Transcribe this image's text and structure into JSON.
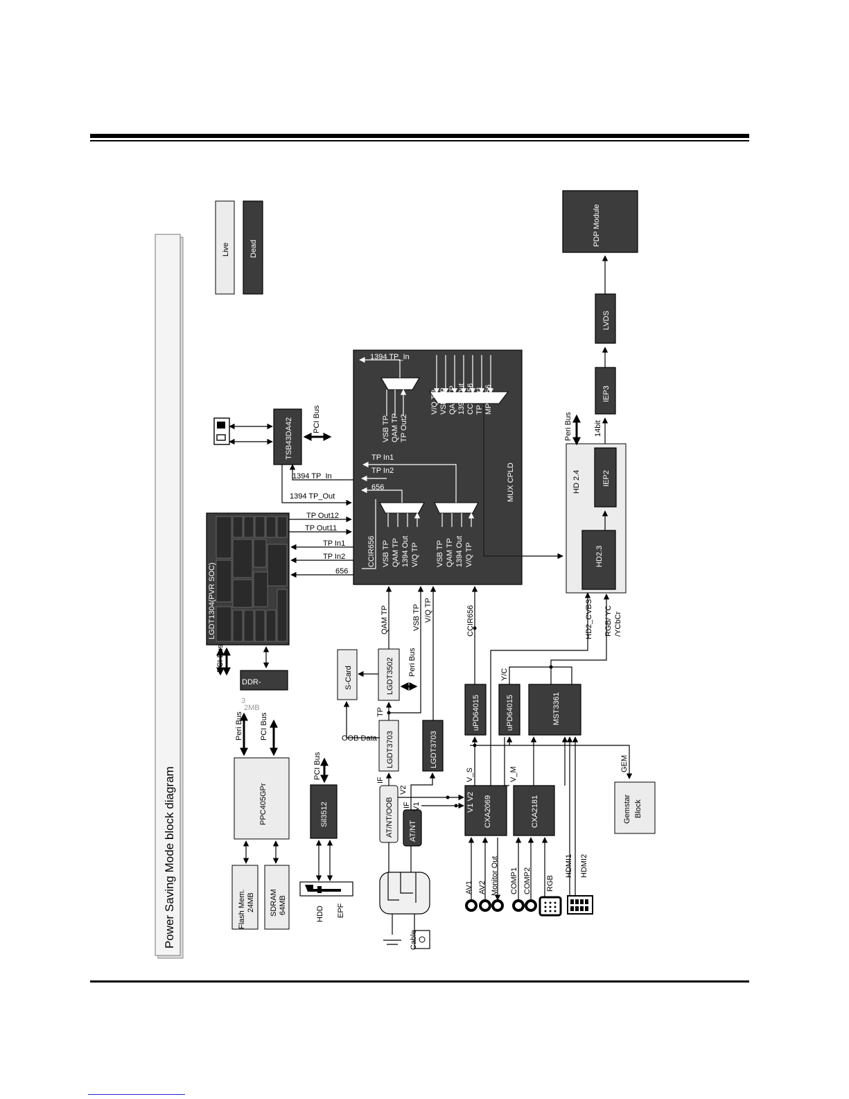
{
  "title": "Power Saving Mode block diagram",
  "legend": {
    "live": "Live",
    "dead": "Dead"
  },
  "blocks": {
    "pvr_soc": "LGDT1304(PVR SOC)",
    "ddr": "DDR-",
    "ddr_size": "3",
    "ddr_unit": "2MB",
    "ppc": "PPC405GPr",
    "flash": "Flash Mem.",
    "flash_size": "24MB",
    "sdram": "SDRAM",
    "sdram_size": "64MB",
    "sil": "Sil3512",
    "tsb": "TSB43DA42",
    "scard": "S-Card",
    "lgdt3502": "LGDT3502",
    "lgdt3703a": "LGDT3703",
    "lgdt3703b": "LGDT3703",
    "tuner1": "AT/NT/OOB",
    "tuner2": "AT/NT",
    "upd1": "uPD64015",
    "upd2": "uPD64015",
    "mst": "MST3361",
    "cxa2069": "CXA2069",
    "cxa2069_v": "V1 V2",
    "cxa2181": "CXA2181",
    "gemstar1": "Gemstar",
    "gemstar2": "Block",
    "mux": "MUX CPLD",
    "hd24": "HD 2.4",
    "hd23": "HD2.3",
    "iep2": "IEP2",
    "iep3": "IEP3",
    "lvds": "LVDS",
    "pdp": "PDP Module"
  },
  "labels": {
    "pci_bus": "PCI Bus",
    "peri_bus": "Peri Bus",
    "tp_1394_in": "1394 TP_In",
    "tp_1394_out": "1394 TP_Out",
    "tp_out12": "TP Out12",
    "tp_out11": "TP Out11",
    "tp_in1": "TP In1",
    "tp_in2": "TP In2",
    "s656": "656",
    "ccir656": "CCIR656",
    "vsb_tp": "VSB TP",
    "qam_tp": "QAM TP",
    "tp_out2": "TP Out2",
    "tp_1394_out_m": "1394 Out",
    "vq_tp": "V/Q TP",
    "tp_out1": "TP Out1",
    "mpg656": "MPG656",
    "oob_data": "OOB Data",
    "tp": "TP",
    "if": "IF",
    "v1": "V1",
    "v2": "V2",
    "v_s": "V_S",
    "v_m": "V_M",
    "yc": "Y/C",
    "gem": "GEM",
    "hd2_cvbs": "HD2_CVBS",
    "rgb_yc": "RGB/ YC",
    "ycbcr": "/YCbCr",
    "b14": "14bit",
    "hdd": "HDD",
    "epf": "EPF",
    "cable": "Cable",
    "av1": "AV1",
    "av2": "AV2",
    "monitor_out": "Monitor Out",
    "comp1": "COMP1",
    "comp2": "COMP2",
    "rgb": "RGB",
    "hdmi1": "HDMI1",
    "hdmi2": "HDMI2"
  }
}
